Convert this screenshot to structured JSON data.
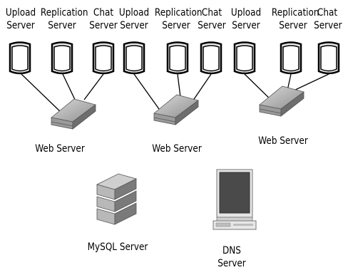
{
  "clusters": [
    {
      "web_label": "Web Server",
      "servers": [
        {
          "line1": "Upload",
          "line2": "Server"
        },
        {
          "line1": "Replication",
          "line2": "Server"
        },
        {
          "line1": "Chat",
          "line2": "Server"
        }
      ]
    },
    {
      "web_label": "Web Server",
      "servers": [
        {
          "line1": "Upload",
          "line2": "Server"
        },
        {
          "line1": "Replication",
          "line2": "Server"
        },
        {
          "line1": "Chat",
          "line2": "Server"
        }
      ]
    },
    {
      "web_label": "Web Server",
      "servers": [
        {
          "line1": "Upload",
          "line2": "Server"
        },
        {
          "line1": "Replication",
          "line2": "Server"
        },
        {
          "line1": "Chat",
          "line2": "Server"
        }
      ]
    }
  ],
  "mysql": {
    "label": "MySQL Server"
  },
  "dns": {
    "line1": "DNS",
    "line2": "Server"
  }
}
